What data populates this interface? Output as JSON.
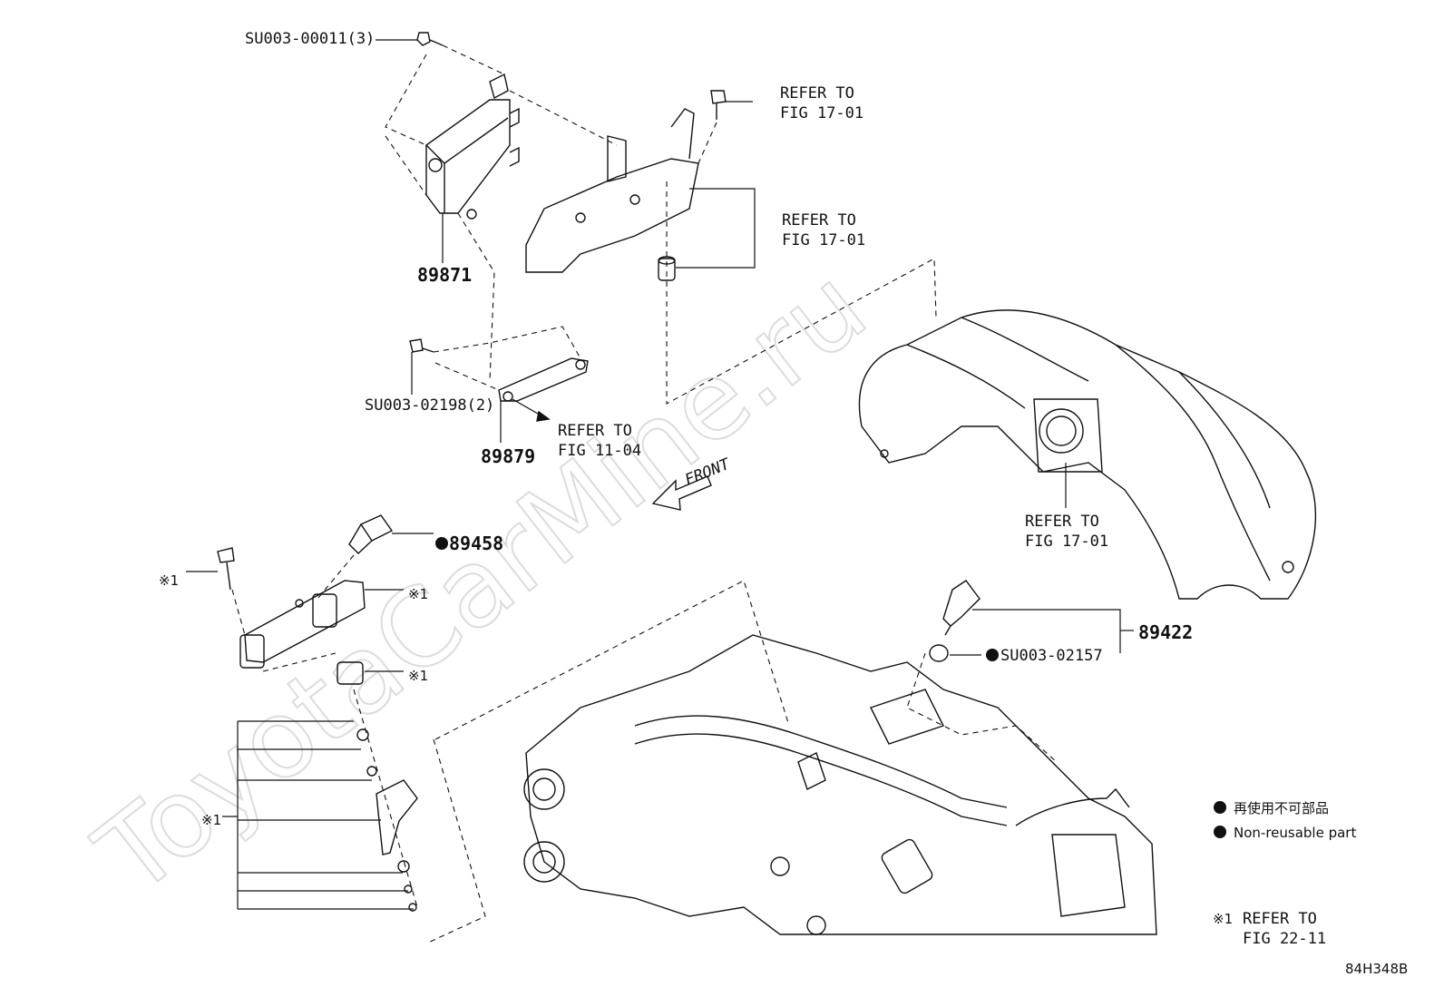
{
  "watermark": "ToyotaCarMine.ru",
  "parts": {
    "ecu": "89871",
    "ecu_bolt": "SU003-00011(3)",
    "bracket_bolt": "SU003-02198(2)",
    "bracket": "89879",
    "sensor_top": "89458",
    "temp_sensor": "89422",
    "gasket": "SU003-02157"
  },
  "refs": {
    "r1_line1": "REFER TO",
    "r1_line2": "FIG 17-01",
    "r2_line1": "REFER TO",
    "r2_line2": "FIG 17-01",
    "r3_line1": "REFER TO",
    "r3_line2": "FIG 11-04",
    "r4_line1": "REFER TO",
    "r4_line2": "FIG 17-01"
  },
  "front_label": "FRONT",
  "note_mark": "※1",
  "legend": {
    "non_reusable_jp": "再使用不可部品",
    "non_reusable_en": "Non-reusable part",
    "note_prefix": "※1",
    "note_line1": "REFER TO",
    "note_line2": "FIG 22-11"
  },
  "figure_code": "84H348B"
}
